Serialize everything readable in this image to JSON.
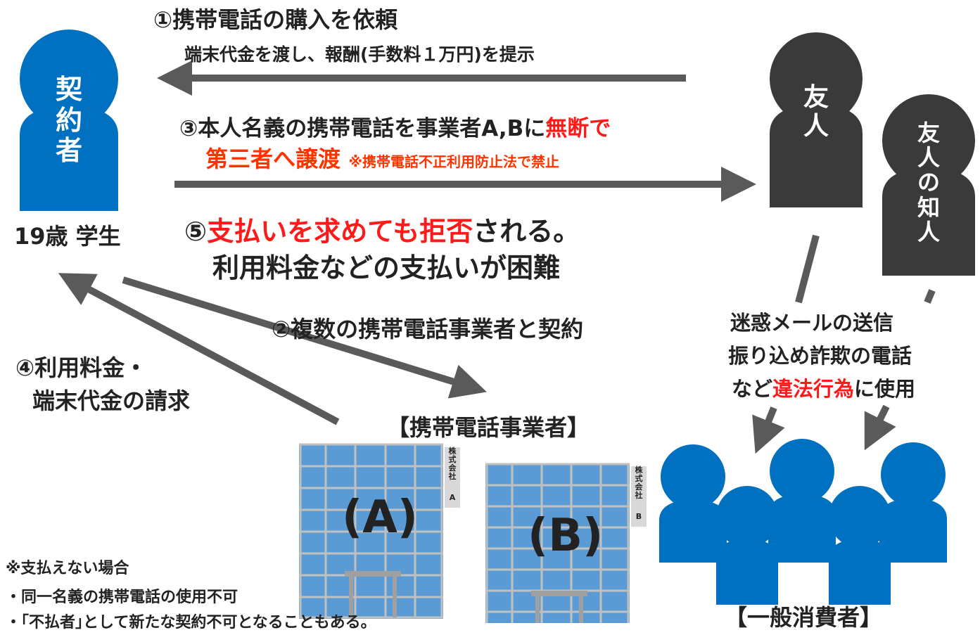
{
  "colors": {
    "blue_person": "#0070c0",
    "dark_person": "#3a3a3a",
    "arrow": "#5a5a5a",
    "building": "#5b9bd5",
    "red": "#ff1a1a",
    "orange": "#ff3300"
  },
  "step1": {
    "title": "①携帯電話の購入を依頼",
    "sub": "端末代金を渡し、報酬(手数料１万円)を提示"
  },
  "step3": {
    "line1_a": "③本人名義の携帯電話を事業者A,Bに",
    "line1_b": "無断で",
    "line2_a": "第三者へ譲渡",
    "line2_b": "※携帯電話不正利用防止法で禁止"
  },
  "step5": {
    "num": "⑤",
    "red": "支払いを求めても拒否",
    "rest": "される。",
    "line2": "利用料金などの支払いが困難"
  },
  "step2": "②複数の携帯電話事業者と契約",
  "step4": {
    "line1": "④利用料金・",
    "line2": "端末代金の請求"
  },
  "contractor": {
    "label": [
      "契",
      "約",
      "者"
    ],
    "caption": "19歳 学生"
  },
  "friend": {
    "label": [
      "友",
      "人"
    ]
  },
  "acquaintance": {
    "label": [
      "友",
      "人",
      "の",
      "知",
      "人"
    ]
  },
  "illegal": {
    "line1": "迷惑メールの送信",
    "line2": "振り込め詐欺の電話",
    "line3_a": "など",
    "line3_red": "違法行為",
    "line3_b": "に使用"
  },
  "carriers": {
    "title": "【携帯電話事業者】",
    "a": {
      "letter": "(A)",
      "sign": [
        "株",
        "式",
        "会",
        "社",
        "A"
      ]
    },
    "b": {
      "letter": "(B)",
      "sign": [
        "株",
        "式",
        "会",
        "社",
        "B"
      ]
    }
  },
  "consumers": {
    "title": "【一般消費者】"
  },
  "note": {
    "line1": "※支払えない場合",
    "line2": "・同一名義の携帯電話の使用不可",
    "line3": "・｢不払者｣として新たな契約不可となることもある。"
  }
}
